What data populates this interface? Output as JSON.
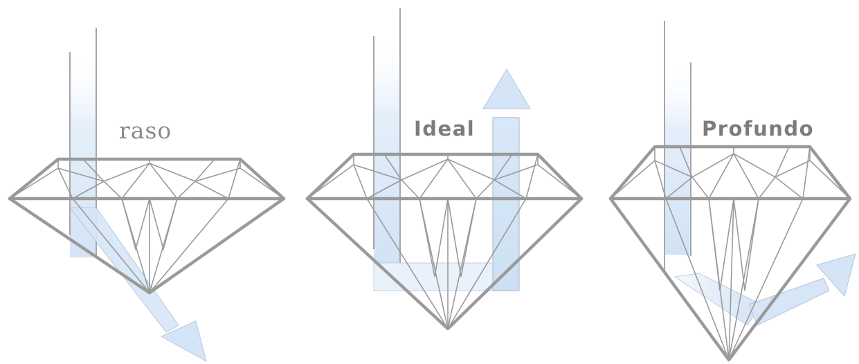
{
  "labels": {
    "shallow": "raso",
    "ideal": "Ideal",
    "deep": "Profundo"
  },
  "colors": {
    "outline": "#9a9a9a",
    "beam_fill": "#dcebfa",
    "label_text": "#7c7c7c",
    "background": "#ffffff"
  }
}
